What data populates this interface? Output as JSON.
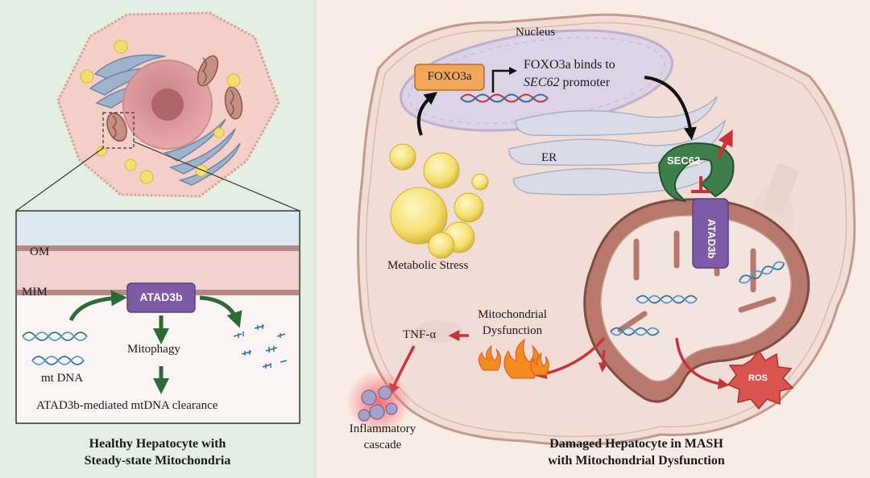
{
  "left_panel": {
    "inset": {
      "om_label": "OM",
      "mim_label": "MIM",
      "protein_label": "ATAD3b",
      "mtdna_label": "mt DNA",
      "mitophagy_label": "Mitophagy",
      "clearance_label": "ATAD3b-mediated mtDNA clearance"
    },
    "caption_line1": "Healthy Hepatocyte with",
    "caption_line2": "Steady-state Mitochondria"
  },
  "right_panel": {
    "nucleus_label": "Nucleus",
    "foxo3a_label": "FOXO3a",
    "binds_line1": "FOXO3a binds to",
    "binds_gene": "SEC62",
    "binds_line2_rest": " promoter",
    "er_label": "ER",
    "sec62_label": "SEC62",
    "atad3b_label": "ATAD3b",
    "metabolic_stress_label": "Metabolic Stress",
    "mito_dysfunction_line1": "Mitochondrial",
    "mito_dysfunction_line2": "Dysfunction",
    "tnf_label": "TNF-α",
    "ros_label": "ROS",
    "inflammatory_line1": "Inflammatory",
    "inflammatory_line2": "cascade",
    "caption_line1": "Damaged Hepatocyte in MASH",
    "caption_line2": "with Mitochondrial Dysfunction"
  },
  "colors": {
    "left_bg": "#e3efe2",
    "right_bg": "#f8ece7",
    "cell_fill": "#f3cfc7",
    "nucleus_fill": "#ddd3e6",
    "atad3b": "#7d5ba6",
    "sec62": "#3e7d4c",
    "foxo3a": "#f2a65a",
    "arrow_green": "#2e6b34",
    "arrow_red": "#c8323a",
    "mito": "#b9786c",
    "ros": "#d9534f",
    "er": "#d9dce6"
  }
}
